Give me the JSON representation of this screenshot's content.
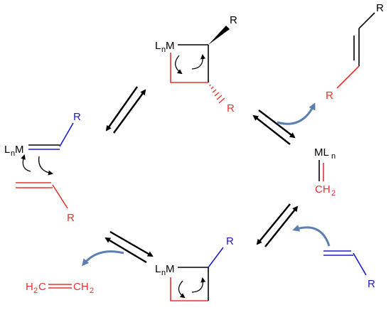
{
  "colors": {
    "black": "#000000",
    "red": "#e8332c",
    "blue": "#1c1ccc",
    "curved_arrow": "#5b7fb0"
  },
  "labels": {
    "metal_main": "M",
    "ln_L": "L",
    "ln_n": "n",
    "r": "R",
    "ml_M": "ML",
    "ml_n": "n",
    "ch2_main": "CH",
    "ch2_sub": "2",
    "h2c_main": "H",
    "h2c_sub": "2",
    "h2c_c": "C",
    "ethylene_right": "CH",
    "ethylene_right_sub": "2"
  }
}
